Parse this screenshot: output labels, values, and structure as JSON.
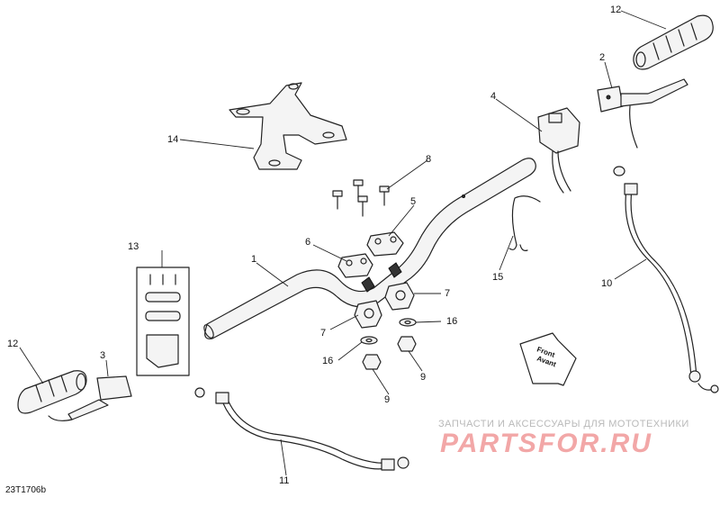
{
  "callouts": {
    "c1": "1",
    "c2": "2",
    "c3": "3",
    "c4": "4",
    "c5": "5",
    "c6": "6",
    "c7a": "7",
    "c7b": "7",
    "c8": "8",
    "c9a": "9",
    "c9b": "9",
    "c10": "10",
    "c11": "11",
    "c12a": "12",
    "c12b": "12",
    "c13": "13",
    "c14": "14",
    "c15": "15",
    "c16a": "16",
    "c16b": "16"
  },
  "front_arrow": {
    "line1": "Front",
    "line2": "Avant"
  },
  "diagram_code": "23T1706b",
  "watermark": {
    "caption": "ЗАПЧАСТИ И АКСЕССУАРЫ ДЛЯ МОТОТЕХНИКИ",
    "logo": "PARTSFOR.RU"
  }
}
